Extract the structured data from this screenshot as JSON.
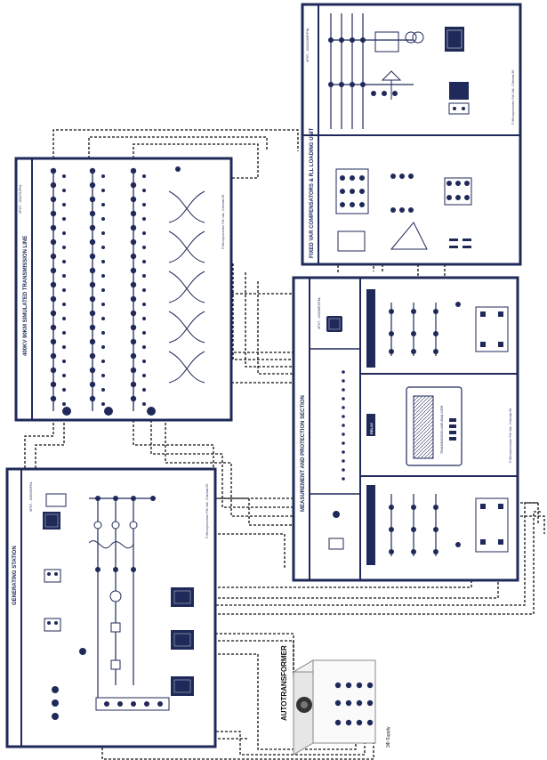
{
  "panels": {
    "compensator": {
      "title": "FIXED VAR COMPENSATORS & R,L LOADING UNIT",
      "code": "VPST - 1000/COMP/PNL",
      "maker": "© Microprocessor Pvt. Ltd., Chennai-96"
    },
    "transmission_line": {
      "title": "400KV 90KM SIMULATED TRANSMISSION LINE",
      "code": "VPST - 1000/TL/PNL",
      "maker": "© Microprocessor Pvt. Ltd., Chennai-96"
    },
    "measurement": {
      "title": "MEASUREMENT AND PROTECTION SECTION",
      "code": "VPST - 1000/MPS/PNL",
      "maker": "© Microprocessor Pvt. Ltd., Chennai-96",
      "display_label": "TRANSMISSION LINE ANALYZER",
      "section_label": "RELAY"
    },
    "generating": {
      "title": "GENERATING STATION",
      "code": "VPST - 1000/GS/PNL",
      "maker": "© Microprocessor Pvt. Ltd., Chennai-96"
    }
  },
  "autotransformer": {
    "title": "AUTOTRANSFORMER",
    "supply_label": "3Φ Supply"
  },
  "colors": {
    "panel_fill": "#ffffff",
    "panel_stroke": "#1f2a5a",
    "node_fill": "#1f2a5a",
    "wire": "#111111"
  }
}
